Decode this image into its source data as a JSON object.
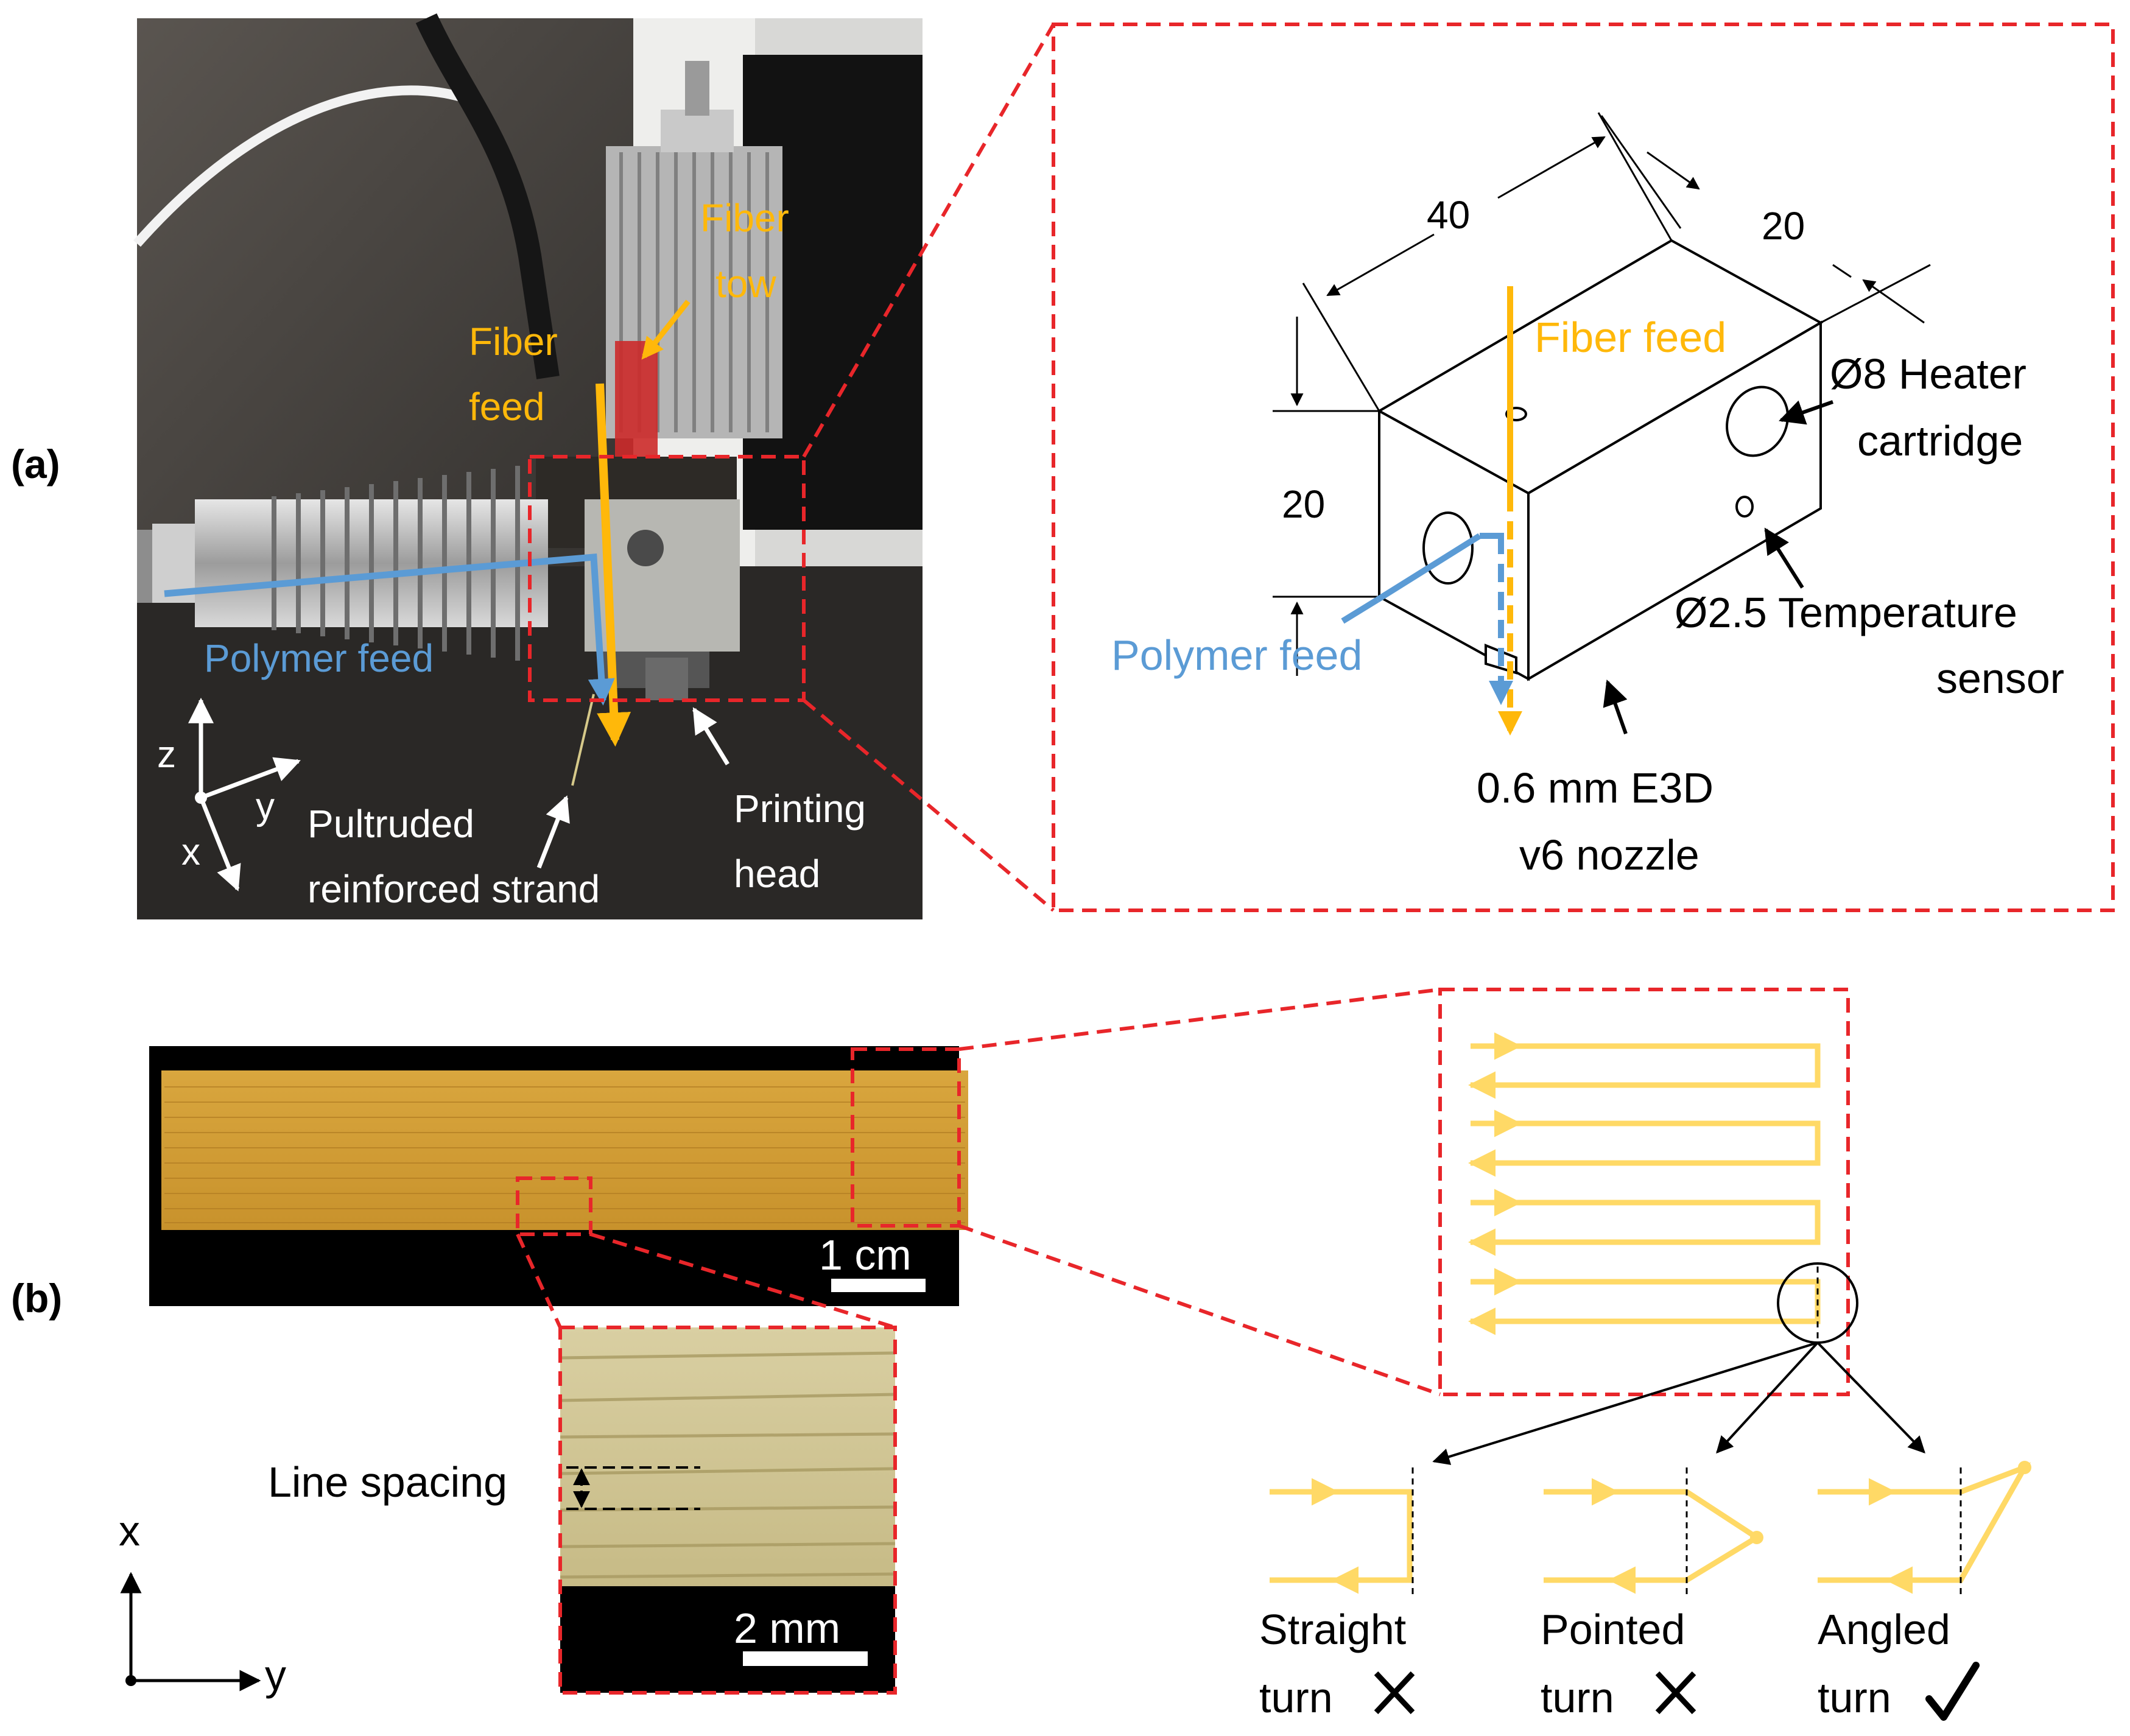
{
  "panel_labels": {
    "a": "(a)",
    "b": "(b)"
  },
  "colors": {
    "fiber": "#FFB80A",
    "polymer": "#5B9BD5",
    "callout": "#E8262A",
    "toolpath": "#FFD966",
    "wood": "#D6A23A",
    "black": "#000000",
    "white": "#FFFFFF"
  },
  "photo_a": {
    "fiber_tow": [
      "Fiber",
      "tow"
    ],
    "fiber_feed": [
      "Fiber",
      "feed"
    ],
    "polymer_feed": "Polymer feed",
    "strand": [
      "Pultruded",
      "reinforced strand"
    ],
    "head": [
      "Printing",
      "head"
    ],
    "axes": {
      "z": "z",
      "y": "y",
      "x": "x"
    }
  },
  "schematic_a": {
    "dim_length": "40",
    "dim_width": "20",
    "dim_height": "20",
    "fiber_feed": "Fiber feed",
    "polymer_feed": "Polymer feed",
    "heater": [
      "Ø8 Heater",
      "cartridge"
    ],
    "sensor": [
      "Ø2.5 Temperature",
      "sensor"
    ],
    "nozzle": [
      "0.6 mm E3D",
      "v6 nozzle"
    ]
  },
  "panel_b": {
    "scale_1": "1 cm",
    "scale_2": "2 mm",
    "line_spacing": "Line spacing",
    "axes": {
      "x": "x",
      "y": "y"
    },
    "turn_straight": [
      "Straight",
      "turn"
    ],
    "turn_pointed": [
      "Pointed",
      "turn"
    ],
    "turn_angled": [
      "Angled",
      "turn"
    ],
    "mark_straight": "cross",
    "mark_pointed": "cross",
    "mark_angled": "check"
  }
}
